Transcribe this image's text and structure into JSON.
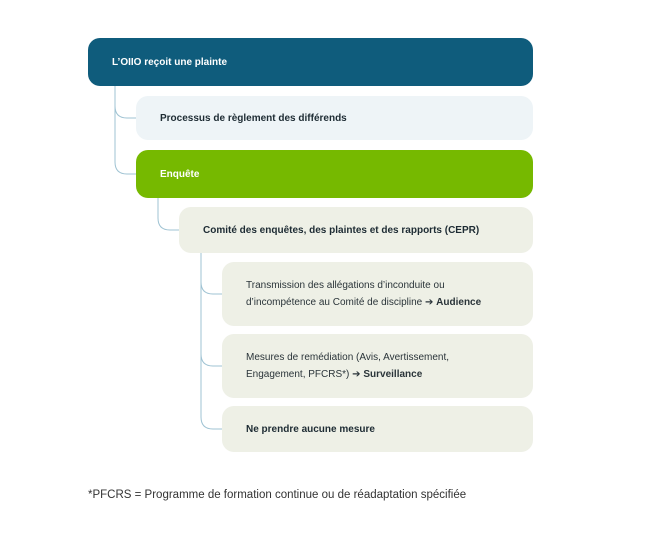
{
  "nodes": {
    "root": "L’OIIO reçoit une plainte",
    "process": "Processus de règlement des différends",
    "investigation": "Enquête",
    "cepr": "Comité des enquêtes, des plaintes et des rapports (CEPR)",
    "transmission": {
      "line1": "Transmission des allégations d’inconduite ou",
      "line2": "d’incompétence au Comité de discipline",
      "arrow": "➔",
      "outcome": "Audience"
    },
    "remediation": {
      "line1": "Mesures de remédiation (Avis, Avertissement,",
      "line2": "Engagement, PFCRS*)",
      "arrow": "➔",
      "outcome": "Surveillance"
    },
    "no_action": "Ne prendre aucune mesure"
  },
  "footnote": "*PFCRS = Programme de formation continue ou de réadaptation spécifiée",
  "colors": {
    "root": "#0f5c7c",
    "investigation": "#76b900",
    "light_blue": "#eef4f7",
    "light_green": "#eef0e6",
    "connector": "#9fc3d3"
  }
}
